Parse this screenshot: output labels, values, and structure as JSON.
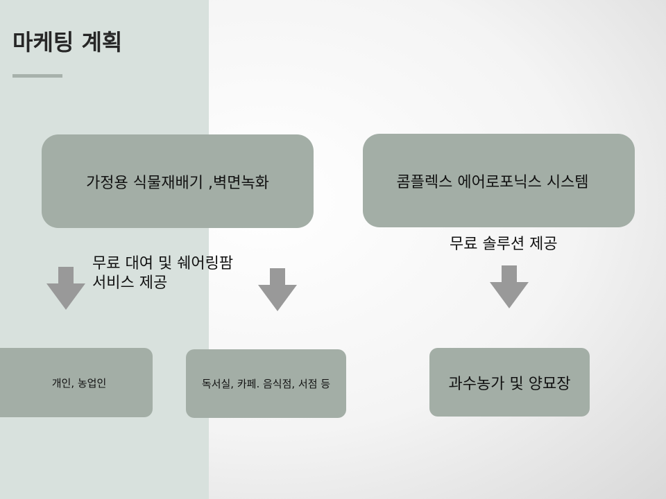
{
  "slide": {
    "title": "마케팅 계획"
  },
  "boxes": {
    "top_left": "가정용 식물재배기 ,벽면녹화",
    "top_right": "콤플렉스 에어로포닉스 시스템",
    "bottom_1": "개인, 농업인",
    "bottom_2": "독서실, 카페. 음식점, 서점 등",
    "bottom_3": "과수농가 및 양묘장"
  },
  "labels": {
    "left_line1": "무료 대여 및 쉐어링팜",
    "left_line2": "서비스 제공",
    "right": "무료 솔루션 제공"
  },
  "colors": {
    "box_fill": "#a3aea6",
    "left_panel": "#d8e1dd",
    "arrow": "#999999"
  },
  "icons": {
    "arrow": "down-arrow-icon"
  }
}
